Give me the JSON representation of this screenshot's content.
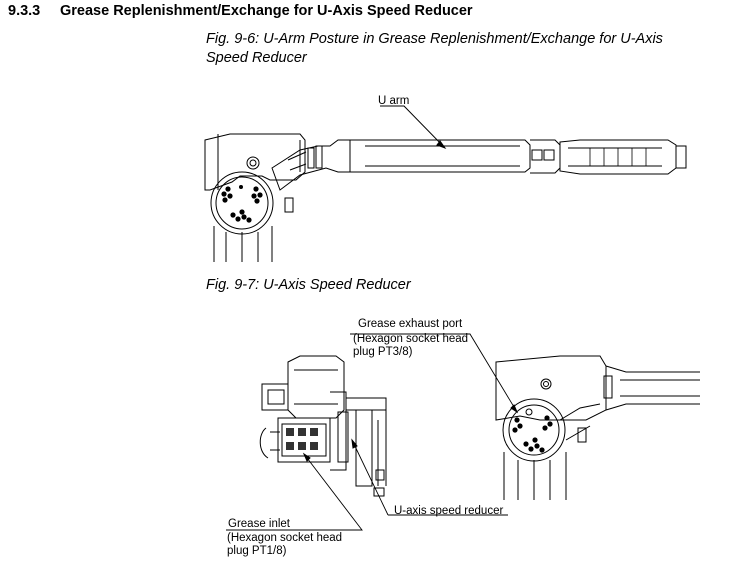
{
  "section": {
    "number": "9.3.3",
    "title": "Grease Replenishment/Exchange for U-Axis Speed Reducer"
  },
  "figures": [
    {
      "caption": "Fig. 9-6: U-Arm Posture in Grease Replenishment/Exchange for U-Axis Speed Reducer",
      "callouts": [
        "U arm"
      ]
    },
    {
      "caption": "Fig. 9-7: U-Axis Speed Reducer",
      "callouts": [
        "Grease exhaust port",
        "(Hexagon socket head",
        "plug PT3/8)",
        "Grease inlet",
        "(Hexagon socket head",
        "plug PT1/8)",
        "U-axis speed reducer"
      ]
    }
  ]
}
